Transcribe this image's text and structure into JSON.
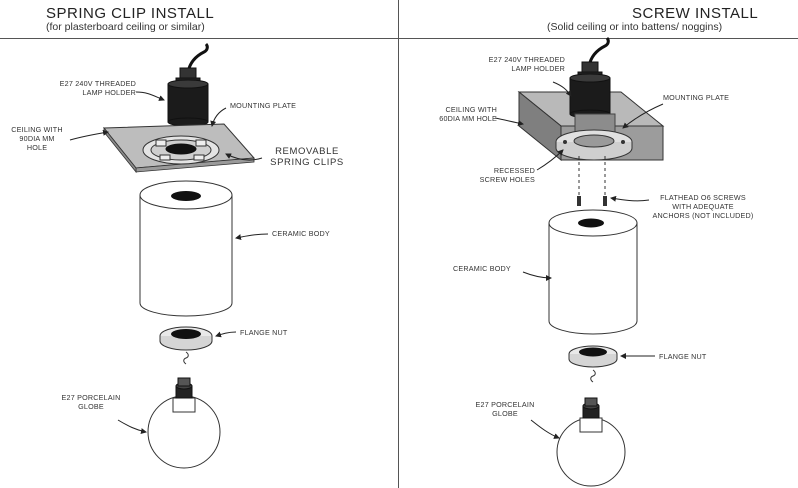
{
  "left": {
    "title": "SPRING CLIP INSTALL",
    "subtitle": "(for plasterboard ceiling or similar)",
    "labels": {
      "lamp_holder_1": "E27 240V THREADED",
      "lamp_holder_2": "LAMP HOLDER",
      "mounting_plate": "MOUNTING PLATE",
      "ceiling_1": "CEILING WITH",
      "ceiling_2": "90DIA mm",
      "ceiling_3": "HOLE",
      "removable_1": "REMOVABLE",
      "removable_2": "SPRING CLIPS",
      "ceramic_body": "CERAMIC BODY",
      "flange_nut": "FLANGE NUT",
      "globe_1": "E27 PORCELAIN",
      "globe_2": "GLOBE"
    }
  },
  "right": {
    "title": "SCREW INSTALL",
    "subtitle": "(Solid ceiling or into battens/ noggins)",
    "labels": {
      "lamp_holder_1": "E27 240V THREADED",
      "lamp_holder_2": "LAMP HOLDER",
      "ceiling_1": "CEILING WITH",
      "ceiling_2": "60DIA mm HOLE",
      "mounting_plate": "MOUNTING PLATE",
      "recessed_1": "RECESSED",
      "recessed_2": "SCREW HOLES",
      "screws_1": "FLATHEAD O6 SCREWS",
      "screws_2": "WITH ADEQUATE",
      "screws_3": "ANCHORS (NOT INCLUDED)",
      "ceramic_body": "CERAMIC BODY",
      "flange_nut": "FLANGE NUT",
      "globe_1": "E27 PORCELAIN",
      "globe_2": "GLOBE"
    }
  }
}
